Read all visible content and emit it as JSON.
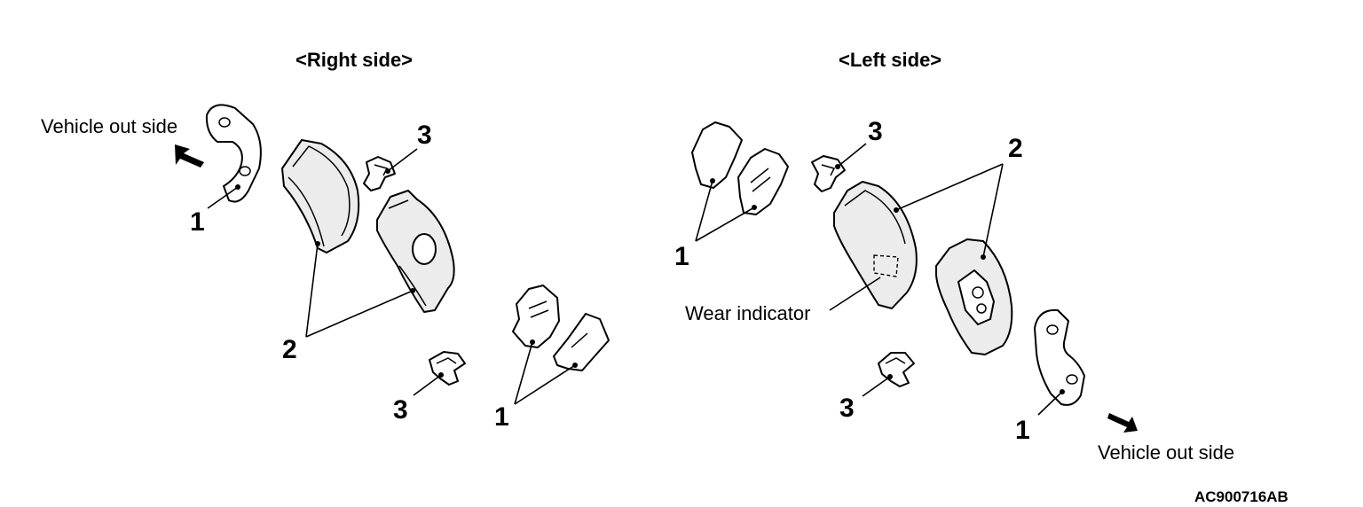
{
  "headers": {
    "right": "<Right side>",
    "left": "<Left side>"
  },
  "right_side": {
    "direction_label": "Vehicle out side",
    "callouts": {
      "shim_top": "1",
      "pad": "2",
      "clip_top": "3",
      "clip_bottom": "3",
      "shims_bottom": "1"
    }
  },
  "left_side": {
    "direction_label": "Vehicle out side",
    "wear_indicator_label": "Wear indicator",
    "callouts": {
      "shims_top": "1",
      "clip_top": "3",
      "pad": "2",
      "clip_bottom": "3",
      "shim_bottom": "1"
    }
  },
  "figure_code": "AC900716AB"
}
